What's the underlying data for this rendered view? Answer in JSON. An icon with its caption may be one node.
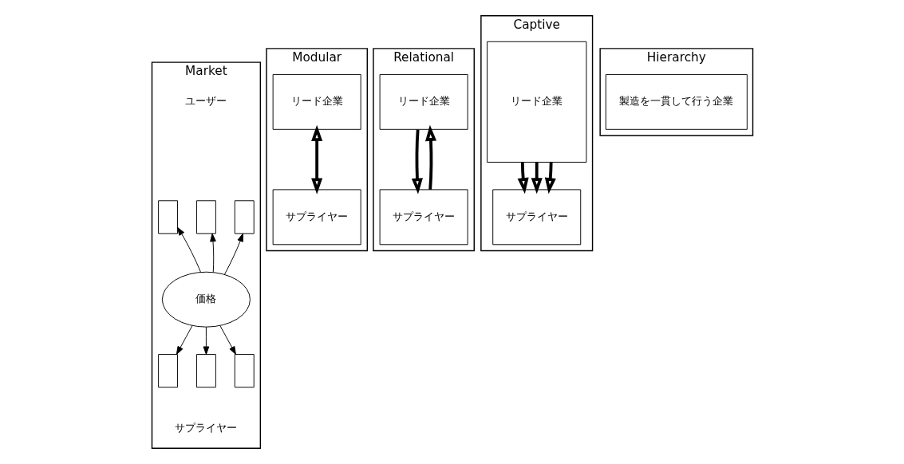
{
  "diagram": {
    "nodes": [
      {
        "text": [
          "Market"
        ]
      },
      {
        "text": [],
        "shape": "box",
        "in": 0
      },
      {
        "text": [],
        "shape": "box",
        "in": 0
      },
      {
        "text": [],
        "shape": "box",
        "in": 0
      },
      {
        "text": [
          "価格"
        ],
        "in": 0
      },
      {
        "text": [],
        "shape": "box",
        "in": 0
      },
      {
        "text": [],
        "shape": "box",
        "in": 0
      },
      {
        "text": [],
        "shape": "box",
        "in": 0
      },
      {
        "text": [
          "Modular"
        ]
      },
      {
        "text": [
          "リード企業"
        ],
        "in": 8
      },
      {
        "text": [
          "サプライヤー"
        ],
        "in": 8
      },
      {
        "text": [
          "Relational"
        ]
      },
      {
        "text": [
          "リード企業"
        ],
        "in": 11
      },
      {
        "text": [
          "サプライヤー"
        ],
        "in": 11
      },
      {
        "text": [
          "Captive"
        ]
      },
      {
        "text": [
          "リード企業"
        ],
        "in": 14
      },
      {
        "text": [
          "サプライヤー"
        ],
        "in": 14
      },
      {
        "text": [
          "Hierarchy"
        ]
      },
      {
        "text": [
          "製造を一貫して行う企業"
        ],
        "in": 17
      }
    ],
    "edges": [
      {
        "from": 4,
        "to": 1,
        "arrow": "to"
      },
      {
        "from": 4,
        "to": 2,
        "arrow": "to"
      },
      {
        "from": 4,
        "to": 3,
        "arrow": "to"
      },
      {
        "from": 4,
        "to": 5,
        "arrow": "to"
      },
      {
        "from": 4,
        "to": 6,
        "arrow": "to"
      },
      {
        "from": 4,
        "to": 7,
        "arrow": "to"
      },
      {
        "from": 9,
        "to": 10,
        "arrow": "both",
        "style": "thick"
      },
      {
        "from": 12,
        "to": 13,
        "arrow": "to",
        "style": "thick"
      },
      {
        "from": 13,
        "to": 12,
        "arrow": "to",
        "style": "thick"
      },
      {
        "from": 15,
        "to": 16,
        "arrow": "to",
        "style": "thick"
      },
      {
        "from": 15,
        "to": 16,
        "arrow": "to",
        "style": "thick"
      },
      {
        "from": 15,
        "to": 16,
        "arrow": "to",
        "style": "thick"
      }
    ],
    "labels": [
      "ユーザー",
      "サプライヤー"
    ]
  }
}
